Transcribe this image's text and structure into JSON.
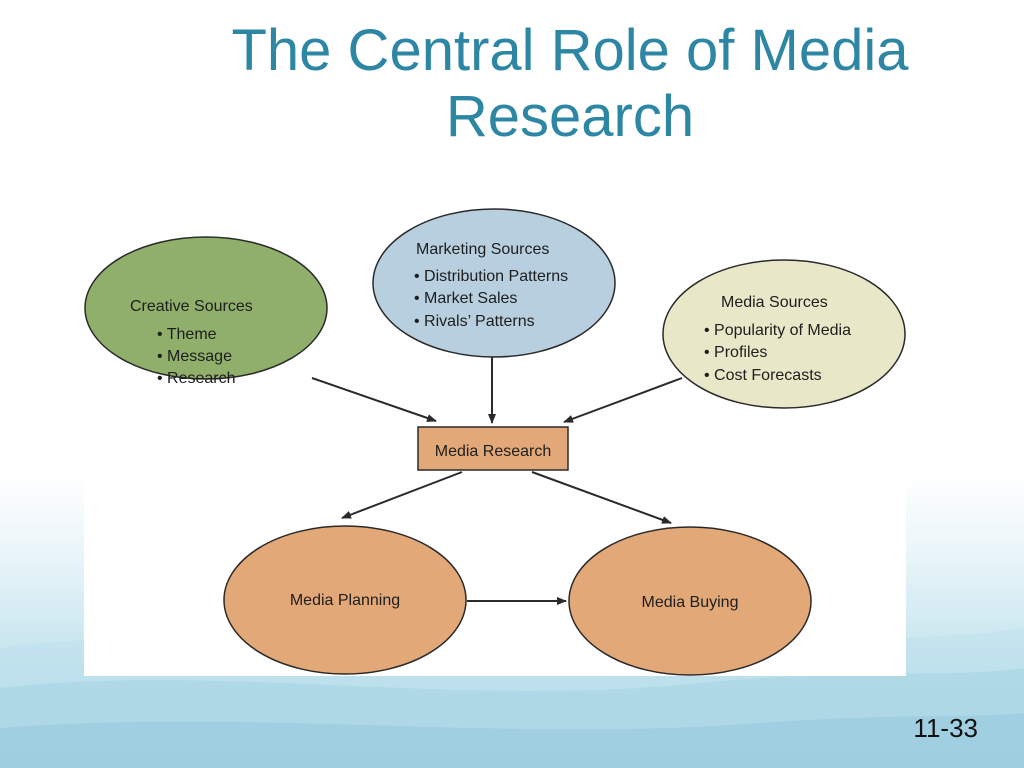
{
  "slide": {
    "title": "The Central Role of Media Research",
    "slide_number": "11-33"
  },
  "diagram": {
    "marketing_sources": {
      "heading": "Marketing Sources",
      "items": [
        "• Distribution Patterns",
        "• Market Sales",
        "• Rivals’ Patterns"
      ]
    },
    "creative_sources": {
      "heading": "Creative Sources",
      "items": [
        "• Theme",
        "• Message",
        "• Research"
      ]
    },
    "media_sources": {
      "heading": "Media Sources",
      "items": [
        "• Popularity of Media",
        "• Profiles",
        "• Cost Forecasts"
      ]
    },
    "media_research": {
      "label": "Media Research"
    },
    "media_planning": {
      "label": "Media Planning"
    },
    "media_buying": {
      "label": "Media Buying"
    }
  },
  "colors": {
    "title": "#2d86a3",
    "marketing_fill": "#b7cfdf",
    "creative_fill": "#8faf6a",
    "media_fill": "#e8e7c8",
    "orange_fill": "#e3a877",
    "stroke": "#2a2a2a"
  }
}
